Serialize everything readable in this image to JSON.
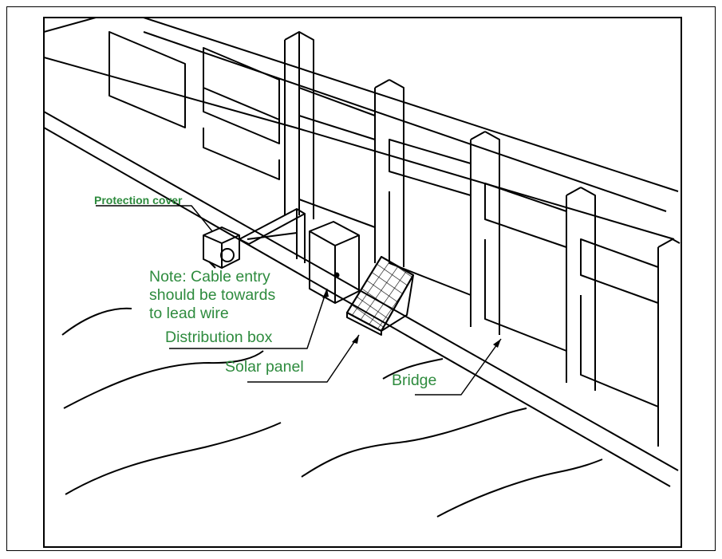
{
  "labels": {
    "protection_cover": "Protection cover",
    "note": "Note:  Cable  entry\nshould be towards\nto lead wire",
    "distribution_box": "Distribution box",
    "solar_panel": "Solar panel",
    "bridge": "Bridge"
  },
  "colors": {
    "label_text": "#2e8b3e",
    "line": "#000000",
    "background": "#ffffff"
  }
}
